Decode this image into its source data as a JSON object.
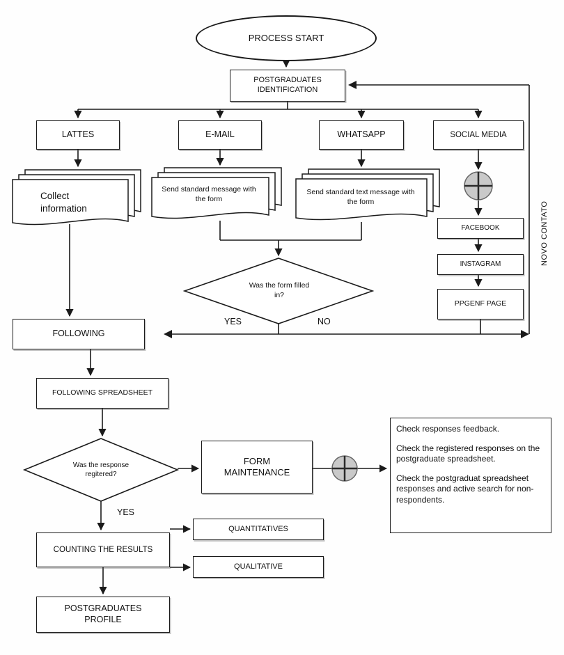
{
  "nodes": {
    "process_start": "PROCESS START",
    "postgraduates_identification": "POSTGRADUATES IDENTIFICATION",
    "lattes": "LATTES",
    "email": "E-MAIL",
    "whatsapp": "WHATSAPP",
    "social_media": "SOCIAL MEDIA",
    "collect_information": "Collect information",
    "send_standard_message": "Send standard message with the form",
    "send_standard_text": "Send standard text message with the form",
    "facebook": "FACEBOOK",
    "instagram": "INSTAGRAM",
    "ppgenf_page": "PPGENF PAGE",
    "novo_contato": "NOVO CONTATO",
    "was_form_filled": "Was the form filled in?",
    "yes_form": "YES",
    "no_form": "NO",
    "following": "FOLLOWING",
    "following_spreadsheet": "FOLLOWING SPREADSHEET",
    "was_response_registered": "Was the response regitered?",
    "form_maintenance": "FORM MAINTENANCE",
    "yes_response": "YES",
    "counting_results": "COUNTING THE RESULTS",
    "quantitatives": "QUANTITATIVES",
    "qualitative": "QUALITATIVE",
    "postgraduates_profile": "POSTGRADUATES PROFILE"
  },
  "notes": {
    "lines": [
      "Check responses feedback.",
      "Check the registered responses on the postgraduate spreadsheet.",
      "Check the postgraduat spreadsheet responses and active search for non-respondents."
    ]
  },
  "icons": {
    "junction": "plus-junction"
  },
  "colors": {
    "line": "#1a1a1a",
    "junction_fill": "#c9c9c9"
  }
}
